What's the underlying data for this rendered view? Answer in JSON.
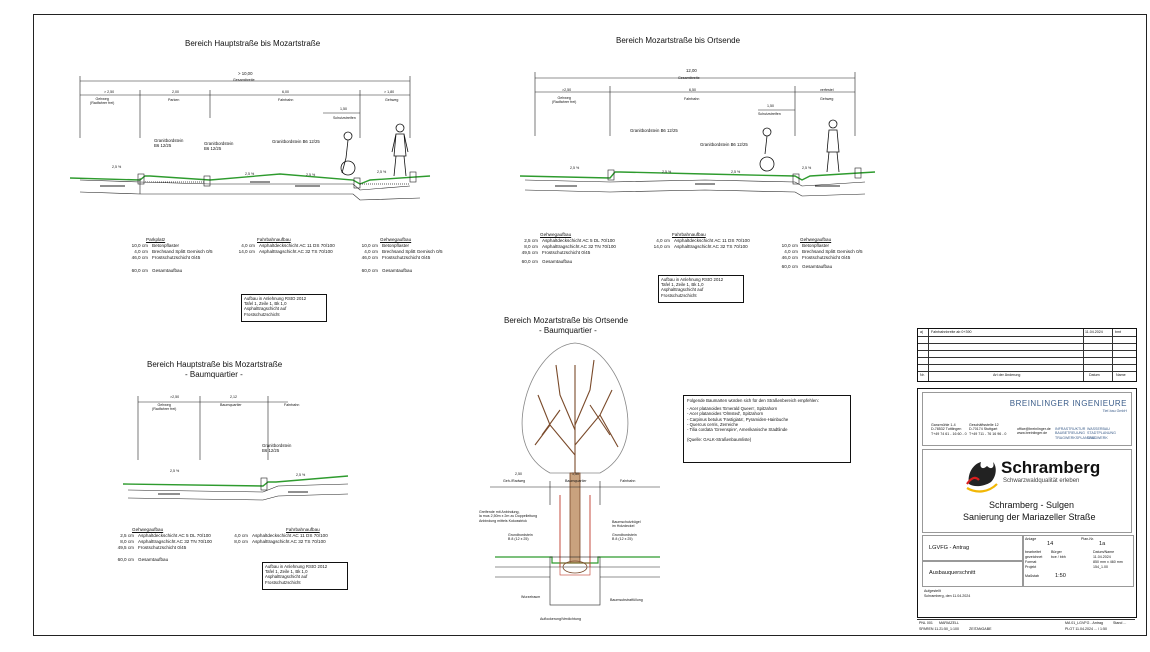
{
  "sections": {
    "s1": {
      "title": "Bereich Hauptstraße bis Mozartstraße",
      "total_dim": "> 10,00",
      "total_label": "Gesamtbreite",
      "dims": [
        "> 2,50",
        "2,00",
        "6,00",
        "> 1,80"
      ],
      "dim_labels": [
        "Gehweg\n(Radfahrer frei)",
        "Parken",
        "Fahrbahn",
        "Gehweg"
      ],
      "schutz_dim": "1,50",
      "schutz_label": "Schutzstreifen",
      "curb1": "Granitbordstein\nB6 12/25",
      "curb2": "Granitbordstein\nB6 12/25",
      "curb3": "Granitbordstein B6 12/25",
      "slopes": [
        "2,5 %",
        "2,5 %",
        "2,5 %",
        "2,5 %"
      ],
      "buildups": [
        {
          "title": "Parkplatz",
          "rows": [
            [
              "10,0 cm",
              "Betonpflaster"
            ],
            [
              "4,0 cm",
              "Brechsand Splitt Gemisch 0/5"
            ],
            [
              "46,0 cm",
              "Frostschutzschicht 0/45"
            ]
          ],
          "total": [
            "60,0 cm",
            "Gesamtaufbau"
          ]
        },
        {
          "title": "Fahrbahnaufbau",
          "rows": [
            [
              "4,0 cm",
              "Asphaltdeckschicht AC 11 DS 70/100"
            ],
            [
              "14,0 cm",
              "Asphalttragschicht AC 32 TS 70/100"
            ]
          ],
          "total": [
            "",
            ""
          ]
        },
        {
          "title": "Gehwegaufbau",
          "rows": [
            [
              "10,0 cm",
              "Betonpflaster"
            ],
            [
              "4,0 cm",
              "Brechsand Splitt Gemisch 0/5"
            ],
            [
              "46,0 cm",
              "Frostschutzschicht 0/45"
            ]
          ],
          "total": [
            "60,0 cm",
            "Gesamtaufbau"
          ]
        }
      ],
      "note": "Aufbau in Anlehnung RStO 2012\nTafel 1, Zeile 1, Bk 1,0\nAsphalttragschicht auf\nFrostschutzschicht"
    },
    "s2": {
      "title": "Bereich Mozartstraße bis Ortsende",
      "total_dim": "12,00",
      "total_label": "Gesamtbreite",
      "dims": [
        ">2,50",
        "6,50",
        "verfestel"
      ],
      "dim_labels": [
        "Gehweg\n(Radfahrer frei)",
        "Fahrbahn",
        "Gehweg"
      ],
      "schutz_dim": "1,50",
      "schutz_label": "Schutzstreifen",
      "curb1": "Granitbordstein B6 12/25",
      "curb2": "Granitbordstein B6 12/25",
      "slopes": [
        "2,5 %",
        "2,5 %",
        "2,5 %",
        "2,5 %"
      ],
      "buildups": [
        {
          "title": "Gehwegaufbau",
          "rows": [
            [
              "2,5 cm",
              "Asphaltdeckschicht AC 5 DL 70/100"
            ],
            [
              "8,0 cm",
              "Asphalttragschicht AC 32 TN 70/100"
            ],
            [
              "49,5 cm",
              "Frostschutzschicht 0/45"
            ]
          ],
          "total": [
            "60,0 cm",
            "Gesamtaufbau"
          ]
        },
        {
          "title": "Fahrbahnaufbau",
          "rows": [
            [
              "4,0 cm",
              "Asphaltdeckschicht AC 11 DS 70/100"
            ],
            [
              "14,0 cm",
              "Asphalttragschicht AC 32 TS 70/100"
            ]
          ],
          "total": [
            "",
            ""
          ]
        },
        {
          "title": "Gehwegaufbau",
          "rows": [
            [
              "10,0 cm",
              "Betonpflaster"
            ],
            [
              "4,0 cm",
              "Brechsand Splitt Gemisch 0/5"
            ],
            [
              "46,0 cm",
              "Frostschutzschicht 0/45"
            ]
          ],
          "total": [
            "60,0 cm",
            "Gesamtaufbau"
          ]
        }
      ],
      "note": "Aufbau in Anlehnung RStO 2012\nTafel 1, Zeile 1, Bk 1,0\nAsphalttragschicht auf\nFrostschutzschicht"
    },
    "s3": {
      "title": "Bereich Hauptstraße bis Mozartstraße",
      "subtitle": "- Baumquartier -",
      "dims": [
        ">2,50",
        "2,12"
      ],
      "dim_labels": [
        "Gehweg\n(Radfahrer frei)",
        "Baumquartier",
        "Fahrbahn"
      ],
      "curb": "Granitbordstein\nB6 12/25",
      "slopes": [
        "2,5 %",
        "2,5 %"
      ],
      "buildups": [
        {
          "title": "Gehwegaufbau",
          "rows": [
            [
              "2,5 cm",
              "Asphaltdeckschicht AC 5 DL 70/100"
            ],
            [
              "8,0 cm",
              "Asphalttragschicht AC 32 TN 70/100"
            ],
            [
              "49,5 cm",
              "Frostschutzschicht 0/45"
            ]
          ],
          "total": [
            "60,0 cm",
            "Gesamtaufbau"
          ]
        },
        {
          "title": "Fahrbahnaufbau",
          "rows": [
            [
              "4,0 cm",
              "Asphaltdeckschicht AC 11 DS 70/100"
            ],
            [
              "8,0 cm",
              "Asphalttragschicht AC 32 TS 70/100"
            ]
          ],
          "total": [
            "",
            ""
          ]
        }
      ],
      "note": "Aufbau in Anlehnung RStO 2012\nTafel 1, Zeile 1, Bk 1,0\nAsphalttragschicht auf\nFrostschutzschicht"
    },
    "s4": {
      "title": "Bereich Mozartstraße bis Ortsende",
      "subtitle": "- Baumquartier -",
      "dims": [
        "2,50",
        "1,50"
      ],
      "dim_labels": [
        "Geh-/Radweg",
        "Baumquartier",
        "Fahrbahn"
      ],
      "labels_left": [
        "Greifende mit Anbindung,\nla mus 2,50m x 2m zu Doppelleitung\nAnbindung mittels Kokosstrick",
        "Grundbordstein\nB 8 (12 x 25)"
      ],
      "labels_right": [
        "Baumschutzbügel\nim Holzdeckel",
        "Grundbordstein\nB 8 (12 x 25)"
      ],
      "bottom_labels": [
        "Wurzelraum",
        "Baumsubstratfüllung",
        "Auflockerung/Verdichtung"
      ],
      "species_box": {
        "intro": "Folgende Baumarten würden sich für den Straßenbereich empfehlen:",
        "items": [
          "- Acer platanoides 'Emerald Queen', Spitzahorn",
          "- Acer platanoides 'Olmsted', Spitzahorn",
          "- Carpinus betulus 'Fastigiata', Pyramiden-Hainbuche",
          "- Quercus cerris, Zerreiche",
          "- Tilia cordata 'Greenspire', Amerikanische Stadtlinde"
        ],
        "source": "(Quelle: GALK-Straßenbaumliste)"
      }
    }
  },
  "revision_table": {
    "first_row": [
      "a)",
      "Fahrbahnbreite ab 0+390",
      "11.04.2024",
      "bmt"
    ],
    "header": [
      "Nr.",
      "Art der Änderung",
      "Datum",
      "Name"
    ]
  },
  "title_block": {
    "company": "BREINLINGER INGENIEURE",
    "company_sub": "Tief-bau GmbH",
    "contact_cols": [
      "Ganzmühle 1-4\nD-78532 Tuttlingen\nT+49 74 61 - 16 60 - 0",
      "Geschäftsstelle 12\nD-70174 Stuttgart\nT+49 711 - 76 16 96 - 0",
      "office@breinlinger.de\nwww.breinlinger.de",
      "INFRASTRUKTUR\nBAUBETREUUNG\nTRAGWERKSPLANUNG",
      "WASSERBAU\nSTADTPLANUNG\nTRAGWERK"
    ],
    "client_name": "Schramberg",
    "client_tagline": "Schwarzwaldqualität erleben",
    "project_line1": "Schramberg - Sulgen",
    "project_line2": "Sanierung der Mariazeller Straße",
    "phase": "LGVFG - Antrag",
    "plan_title": "Ausbauquerschnitt",
    "anlage_label": "Anlage",
    "anlage": "14",
    "plan_nr_label": "Plan-Nr.",
    "plan_nr": "1a",
    "scale_label": "Maßstab",
    "scale": "1:50",
    "meta_rows": [
      [
        "bearbeitet",
        "Bürger",
        "Datum/Name"
      ],
      [
        "gezeichnet",
        "bce / bbh",
        "11.04.2024"
      ],
      [
        "Format",
        "",
        "850 mm x 460 mm"
      ],
      [
        "Projekt",
        "",
        "154_1.00"
      ]
    ],
    "aufgestellt_label": "Aufgestellt",
    "aufgestellt": "Schramberg, den 11.04.2024"
  },
  "footer": {
    "left": [
      "PNL 001",
      "MARIAZELL"
    ],
    "left2": [
      "SPAREN 11.2",
      "1:50_1:100",
      "ZEITANGABE"
    ],
    "right": [
      "MA 01_LGVFG - Antrag",
      "Stand ..."
    ],
    "right2": [
      "PLOT 11.04.2024 ... / 1:50"
    ]
  },
  "colors": {
    "surface": "#2e9b2e",
    "line": "#111111",
    "tree_brown": "#7a4a2a",
    "tree_red": "#c0392b",
    "logo_red": "#d81e1e",
    "logo_yellow": "#f2b705",
    "company_blue": "#3b5d8a"
  }
}
